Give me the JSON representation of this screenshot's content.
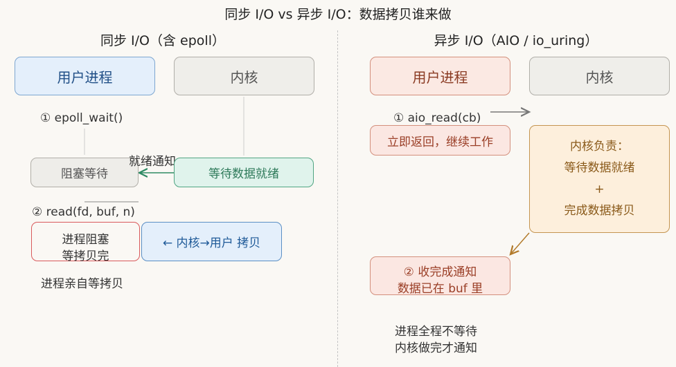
{
  "title": "同步 I/O vs 异步 I/O：数据拷贝谁来做",
  "sync": {
    "heading": "同步 I/O（含 epoll）",
    "user_process": "用户进程",
    "kernel": "内核",
    "step1": "① epoll_wait()",
    "blocked_wait": "阻塞等待",
    "ready_notify": "就绪通知",
    "wait_data_ready": "等待数据就绪",
    "step2": "② read(fd, buf, n)",
    "process_blocked_line1": "进程阻塞",
    "process_blocked_line2": "等拷贝完",
    "kernel_to_user_copy": "← 内核→用户 拷贝",
    "caption": "进程亲自等拷贝"
  },
  "async": {
    "heading": "异步 I/O（AIO / io_uring）",
    "user_process": "用户进程",
    "kernel": "内核",
    "step1": "① aio_read(cb)",
    "return_immediately": "立即返回，继续工作",
    "kernel_duty_title": "内核负责：",
    "kernel_duty_line1": "等待数据就绪",
    "kernel_duty_plus": "+",
    "kernel_duty_line2": "完成数据拷贝",
    "step2_line1": "② 收完成通知",
    "step2_line2": "数据已在 buf 里",
    "caption_line1": "进程全程不等待",
    "caption_line2": "内核做完才通知"
  },
  "colors": {
    "blue": "#1f4e86",
    "green": "#2e8a63",
    "red": "#d9595b",
    "brown": "#8a3a22",
    "orange": "#b27a2a"
  }
}
